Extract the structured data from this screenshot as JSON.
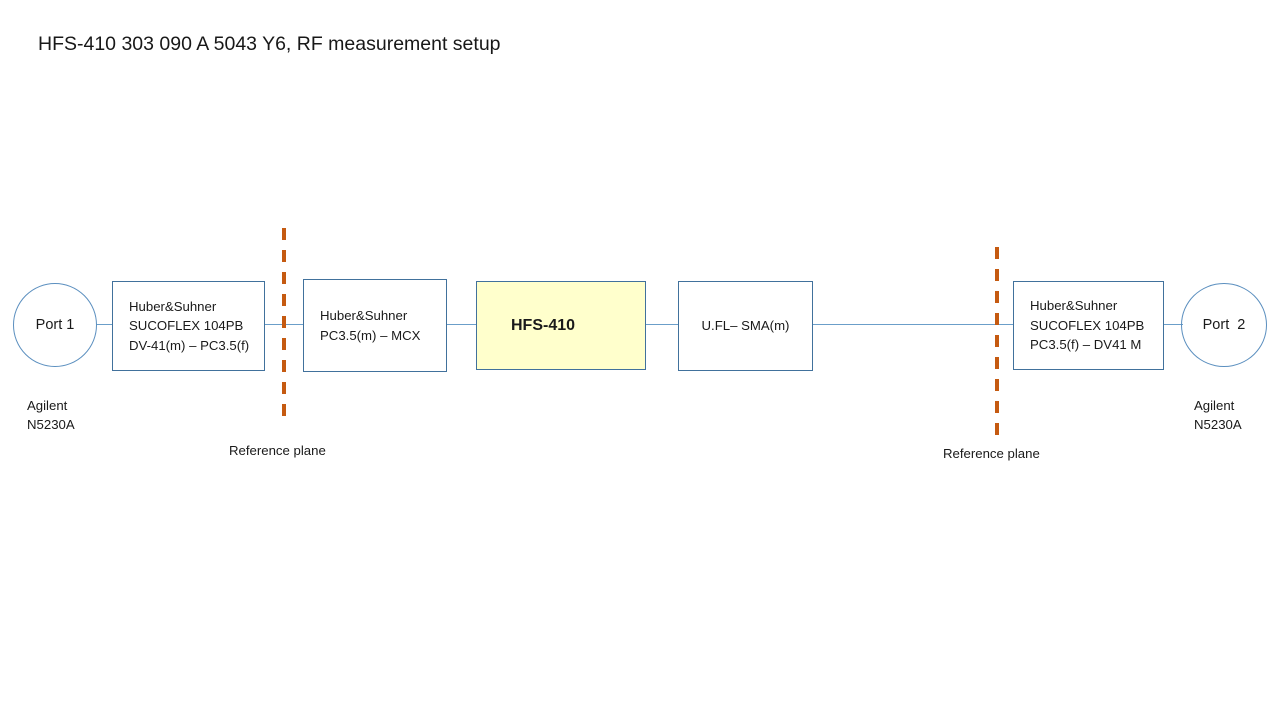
{
  "title": "HFS-410 303 090 A 5043 Y6, RF measurement setup",
  "colors": {
    "box_border": "#41719c",
    "circle_border": "#5b8fbf",
    "wire": "#6b9ec9",
    "reference_plane": "#c55a11",
    "dut_fill": "#ffffcc",
    "background": "#ffffff",
    "text": "#1a1a1a"
  },
  "ports": [
    {
      "label": "Port 1",
      "instrument_line1": "Agilent",
      "instrument_line2": "N5230A"
    },
    {
      "label": "Port  2",
      "instrument_line1": "Agilent",
      "instrument_line2": "N5230A"
    }
  ],
  "blocks": [
    {
      "name": "cable-left",
      "lines": [
        "Huber&Suhner",
        "SUCOFLEX 104PB",
        "DV-41(m) – PC3.5(f)"
      ],
      "fill": "white",
      "bold": false
    },
    {
      "name": "adapter-left",
      "lines": [
        "Huber&Suhner",
        "PC3.5(m) – MCX"
      ],
      "fill": "white",
      "bold": false
    },
    {
      "name": "dut",
      "lines": [
        "HFS-410"
      ],
      "fill": "yellow",
      "bold": true
    },
    {
      "name": "adapter-right",
      "lines": [
        "U.FL– SMA(m)"
      ],
      "fill": "white",
      "bold": false
    },
    {
      "name": "cable-right",
      "lines": [
        "Huber&Suhner",
        "SUCOFLEX 104PB",
        "PC3.5(f) – DV41 M"
      ],
      "fill": "white",
      "bold": false
    }
  ],
  "reference_planes": [
    {
      "label": "Reference plane"
    },
    {
      "label": "Reference plane"
    }
  ]
}
